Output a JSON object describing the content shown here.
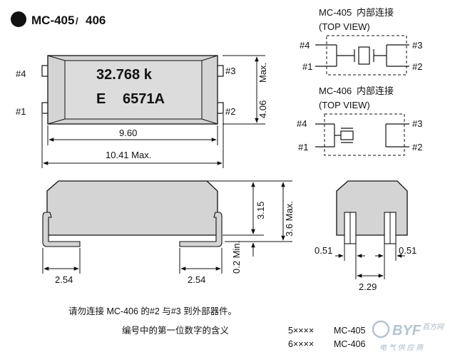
{
  "header": {
    "title": "MC-405",
    "title_sep": "/",
    "title_alt": "406"
  },
  "package": {
    "marking_line1": "32.768  k",
    "marking_line2_a": "E",
    "marking_line2_b": "6571A",
    "pins": {
      "p4": "#4",
      "p3": "#3",
      "p1": "#1",
      "p2": "#2"
    }
  },
  "dimensions": {
    "body_len": "9.60",
    "max_len": "10.41 Max.",
    "width_max": "4.06",
    "width_max_suffix": "Max.",
    "height": "3.15",
    "height_max": "3.6 Max.",
    "standoff": "0.2 Min.",
    "pad_left": "2.54",
    "pad_right": "2.54",
    "lead_left": "0.51",
    "lead_right": "0.51",
    "lead_pitch": "2.29"
  },
  "mc405": {
    "title_en": "MC-405",
    "title_cn": "内部连接",
    "view": "(TOP VIEW)",
    "pins": {
      "p4": "#4",
      "p1": "#1",
      "p3": "#3",
      "p2": "#2"
    }
  },
  "mc406": {
    "title_en": "MC-406",
    "title_cn": "内部连接",
    "view": "(TOP VIEW)",
    "pins": {
      "p4": "#4",
      "p1": "#1",
      "p3": "#3",
      "p2": "#2"
    }
  },
  "notes": {
    "warning": "请勿连接 MC-406 的#2 与#3 到外部器件。",
    "code_label": "编号中的第一位数字的含义",
    "code_rows": [
      {
        "code": "5××××",
        "model": "MC-405"
      },
      {
        "code": "6××××",
        "model": "MC-406"
      }
    ]
  },
  "watermark": {
    "logo": "BYF",
    "cn": "百方网",
    "tagline": "电 气 供 应 商"
  }
}
